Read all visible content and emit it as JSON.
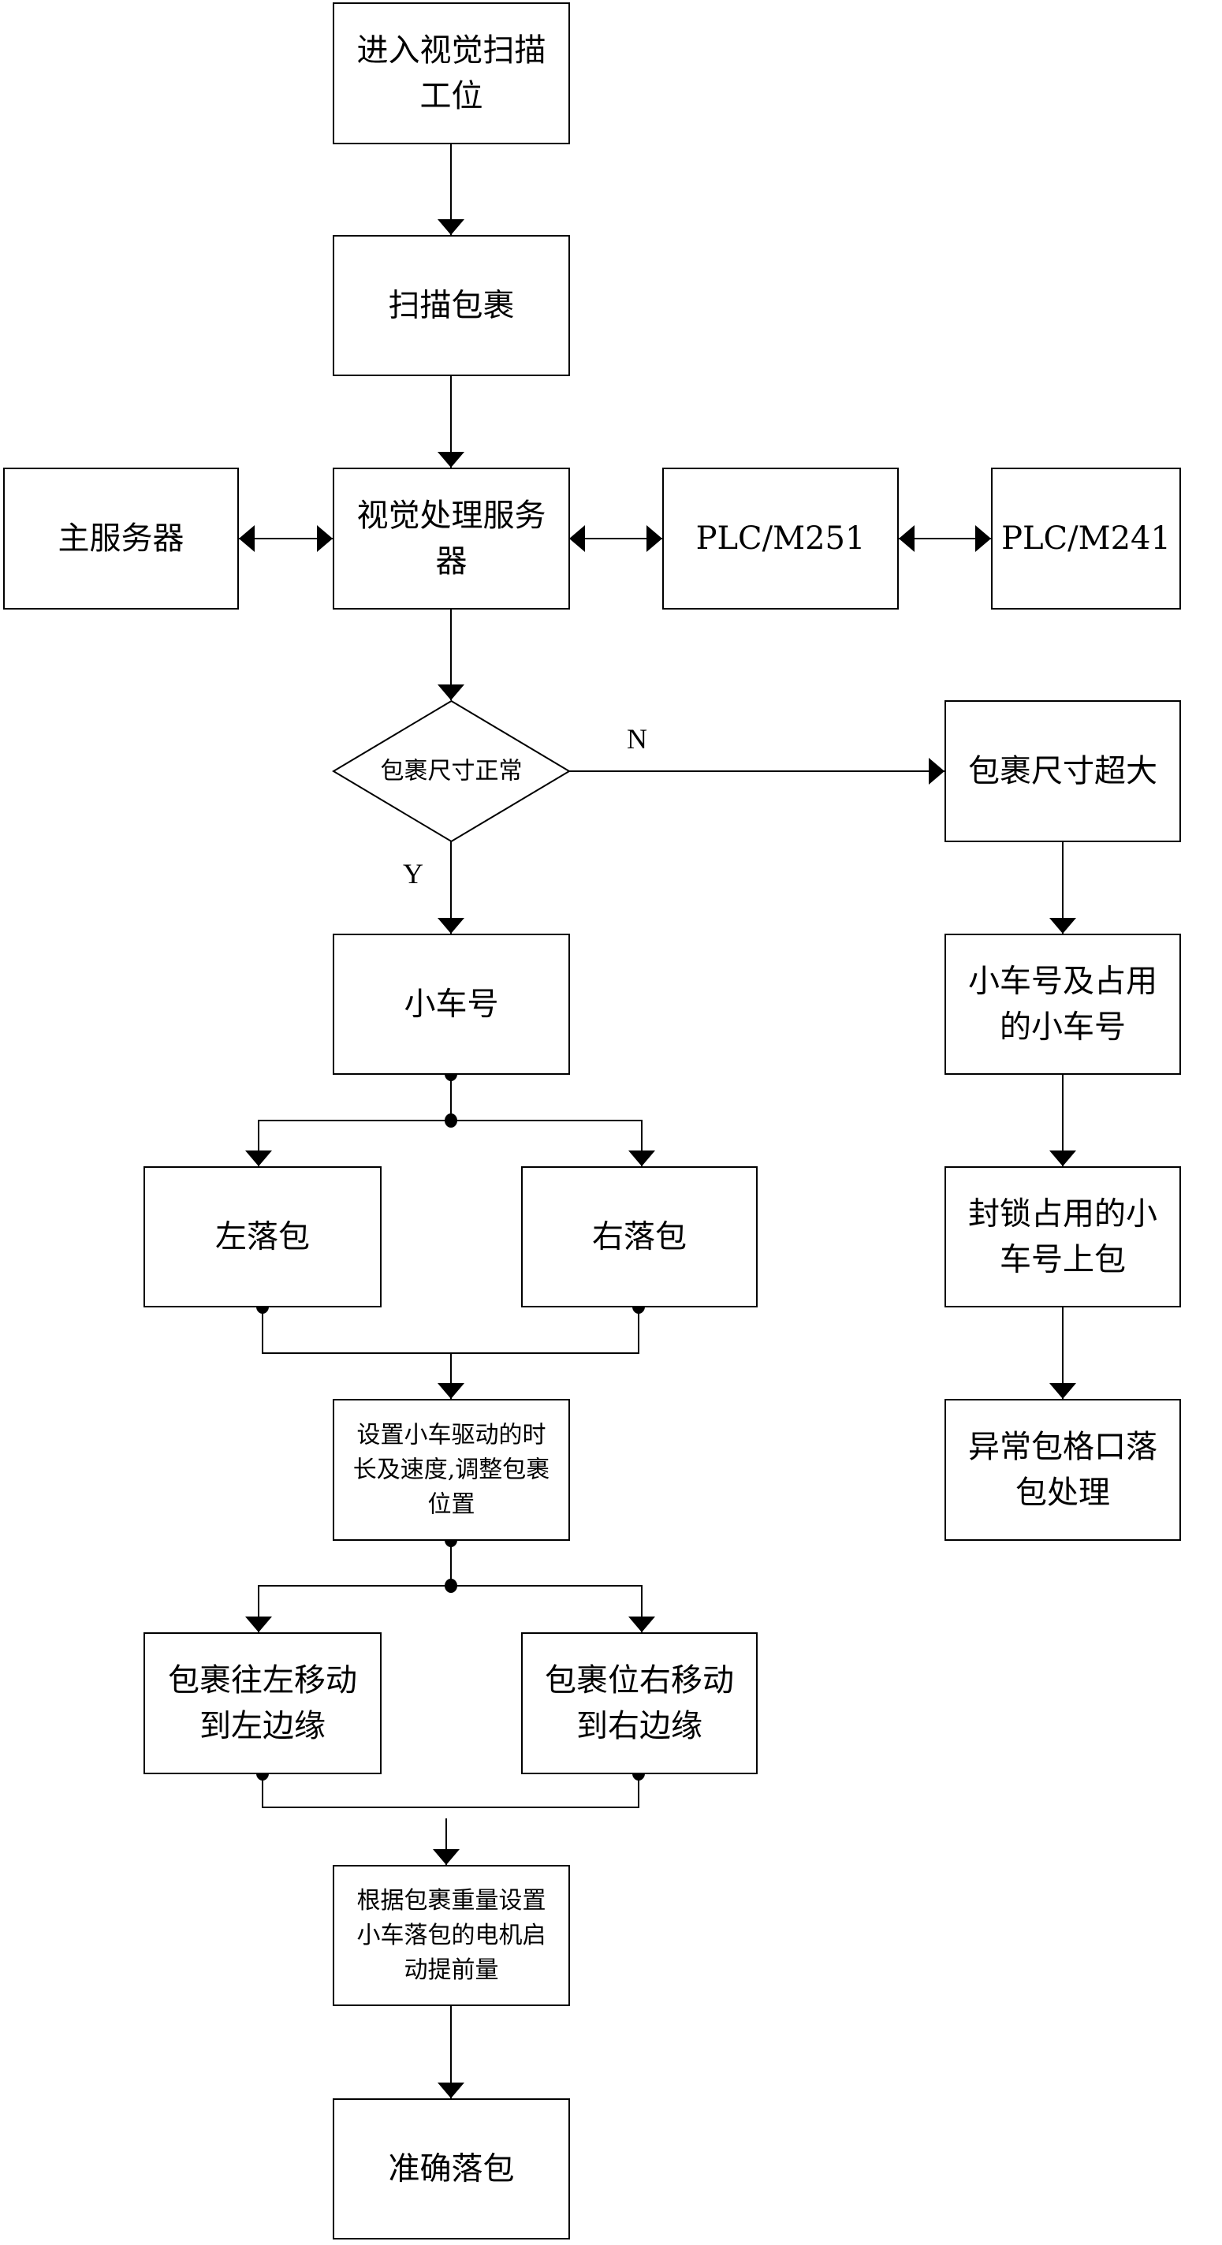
{
  "nodes": {
    "enter_station": [
      "进入视觉扫描",
      "工位"
    ],
    "scan_package": [
      "扫描包裹"
    ],
    "main_server": [
      "主服务器"
    ],
    "vision_server": [
      "视觉处理服务",
      "器"
    ],
    "plc_m251": [
      "PLC/M251"
    ],
    "plc_m241": [
      "PLC/M241"
    ],
    "size_check": [
      "包裹尺寸正常"
    ],
    "oversize": [
      "包裹尺寸超大"
    ],
    "cart_number": [
      "小车号"
    ],
    "cart_occupied": [
      "小车号及占用",
      "的小车号"
    ],
    "lock_cart": [
      "封锁占用的小",
      "车号上包"
    ],
    "abnormal_drop": [
      "异常包格口落",
      "包处理"
    ],
    "left_drop": [
      "左落包"
    ],
    "right_drop": [
      "右落包"
    ],
    "set_drive": [
      "设置小车驱动的时",
      "长及速度,调整包裹",
      "位置"
    ],
    "move_left": [
      "包裹往左移动",
      "到左边缘"
    ],
    "move_right": [
      "包裹位右移动",
      "到右边缘"
    ],
    "set_advance": [
      "根据包裹重量设置",
      "小车落包的电机启",
      "动提前量"
    ],
    "accurate_drop": [
      "准确落包"
    ]
  },
  "labels": {
    "no": "N",
    "yes": "Y"
  }
}
